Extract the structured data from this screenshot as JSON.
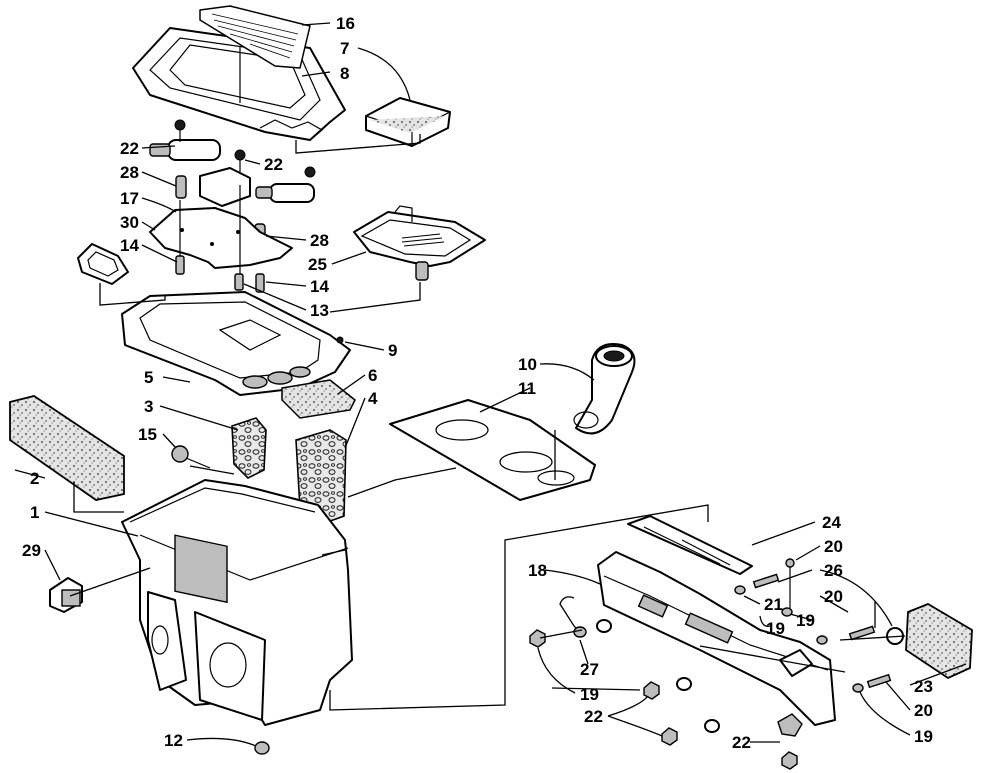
{
  "callouts": {
    "c1": "1",
    "c2": "2",
    "c3": "3",
    "c4": "4",
    "c5": "5",
    "c6": "6",
    "c7": "7",
    "c8": "8",
    "c9": "9",
    "c10": "10",
    "c11": "11",
    "c12": "12",
    "c13": "13",
    "c14a": "14",
    "c14b": "14",
    "c15": "15",
    "c16": "16",
    "c17": "17",
    "c18": "18",
    "c19a": "19",
    "c19b": "19",
    "c19c": "19",
    "c19d": "19",
    "c20a": "20",
    "c20b": "20",
    "c20c": "20",
    "c21": "21",
    "c22a": "22",
    "c22b": "22",
    "c22c": "22",
    "c22d": "22",
    "c23": "23",
    "c24": "24",
    "c25": "25",
    "c26": "26",
    "c27": "27",
    "c28a": "28",
    "c28b": "28",
    "c29": "29",
    "c30": "30"
  }
}
